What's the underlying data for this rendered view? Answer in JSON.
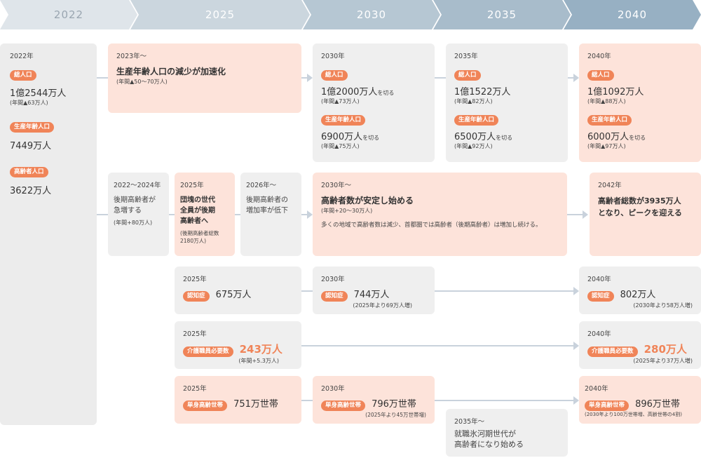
{
  "timeline": {
    "years": [
      "2022",
      "2025",
      "2030",
      "2035",
      "2040"
    ],
    "colors": [
      "#dfe5ea",
      "#cbd6de",
      "#b6c7d3",
      "#a8bccb",
      "#97b0c3"
    ]
  },
  "col2022": {
    "year": "2022年",
    "total_tag": "総人口",
    "total_value": "1億2544万人",
    "total_note": "(年間▲63万人)",
    "working_tag": "生産年齢人口",
    "working_value": "7449万人",
    "elderly_tag": "高齢者人口",
    "elderly_value": "3622万人"
  },
  "row1": {
    "c2023": {
      "year": "2023年～",
      "headline": "生産年齢人口の減少が加速化",
      "note": "(年間▲50～70万人)"
    },
    "c2030": {
      "year": "2030年",
      "total_tag": "総人口",
      "total_value": "1億2000万人",
      "total_suffix": "を切る",
      "total_note": "(年間▲73万人)",
      "working_tag": "生産年齢人口",
      "working_value": "6900万人",
      "working_suffix": "を切る",
      "working_note": "(年間▲75万人)"
    },
    "c2035": {
      "year": "2035年",
      "total_tag": "総人口",
      "total_value": "1億1522万人",
      "total_note": "(年間▲82万人)",
      "working_tag": "生産年齢人口",
      "working_value": "6500万人",
      "working_suffix": "を切る",
      "working_note": "(年間▲92万人)"
    },
    "c2040": {
      "year": "2040年",
      "total_tag": "総人口",
      "total_value": "1億1092万人",
      "total_note": "(年間▲88万人)",
      "working_tag": "生産年齢人口",
      "working_value": "6000万人",
      "working_suffix": "を切る",
      "working_note": "(年間▲97万人)"
    }
  },
  "row2": {
    "c2022": {
      "year": "2022～2024年",
      "line1": "後期高齢者が",
      "line2": "急増する",
      "note": "(年間+80万人)"
    },
    "c2025": {
      "year": "2025年",
      "line1": "団塊の世代",
      "line2": "全員が後期",
      "line3": "高齢者へ",
      "note1": "(後期高齢者総数",
      "note2": "2180万人)"
    },
    "c2026": {
      "year": "2026年～",
      "line1": "後期高齢者の",
      "line2": "増加率が低下"
    },
    "c2030": {
      "year": "2030年～",
      "headline": "高齢者数が安定し始める",
      "note": "(年間+20～30万人)",
      "desc": "多くの地域で高齢者数は減少、首都圏では高齢者（後期高齢者）は増加し続ける。"
    },
    "c2042": {
      "year": "2042年",
      "line1": "高齢者総数が3935万人",
      "line2": "となり、ピークを迎える"
    }
  },
  "row3": {
    "c2025": {
      "year": "2025年",
      "tag": "認知症",
      "value": "675万人"
    },
    "c2030": {
      "year": "2030年",
      "tag": "認知症",
      "value": "744万人",
      "note": "(2025年より69万人増)"
    },
    "c2040": {
      "year": "2040年",
      "tag": "認知症",
      "value": "802万人",
      "note": "(2030年より58万人増)"
    }
  },
  "row4": {
    "c2025": {
      "year": "2025年",
      "tag": "介護職員必要数",
      "value": "243万人",
      "note": "(年間+5.3万人)"
    },
    "c2040": {
      "year": "2040年",
      "tag": "介護職員必要数",
      "value": "280万人",
      "note": "(2025年より37万人増)"
    }
  },
  "row5": {
    "c2025": {
      "year": "2025年",
      "tag": "単身高齢世帯",
      "value": "751万世帯"
    },
    "c2030": {
      "year": "2030年",
      "tag": "単身高齢世帯",
      "value": "796万世帯",
      "note": "(2025年より45万世帯増)"
    },
    "c2040": {
      "year": "2040年",
      "tag": "単身高齢世帯",
      "value": "896万世帯",
      "note": "(2030年より100万世帯増、高齢世帯の4割)"
    },
    "c2035": {
      "year": "2035年～",
      "line1": "就職氷河期世代が",
      "line2": "高齢者になり始める"
    }
  }
}
